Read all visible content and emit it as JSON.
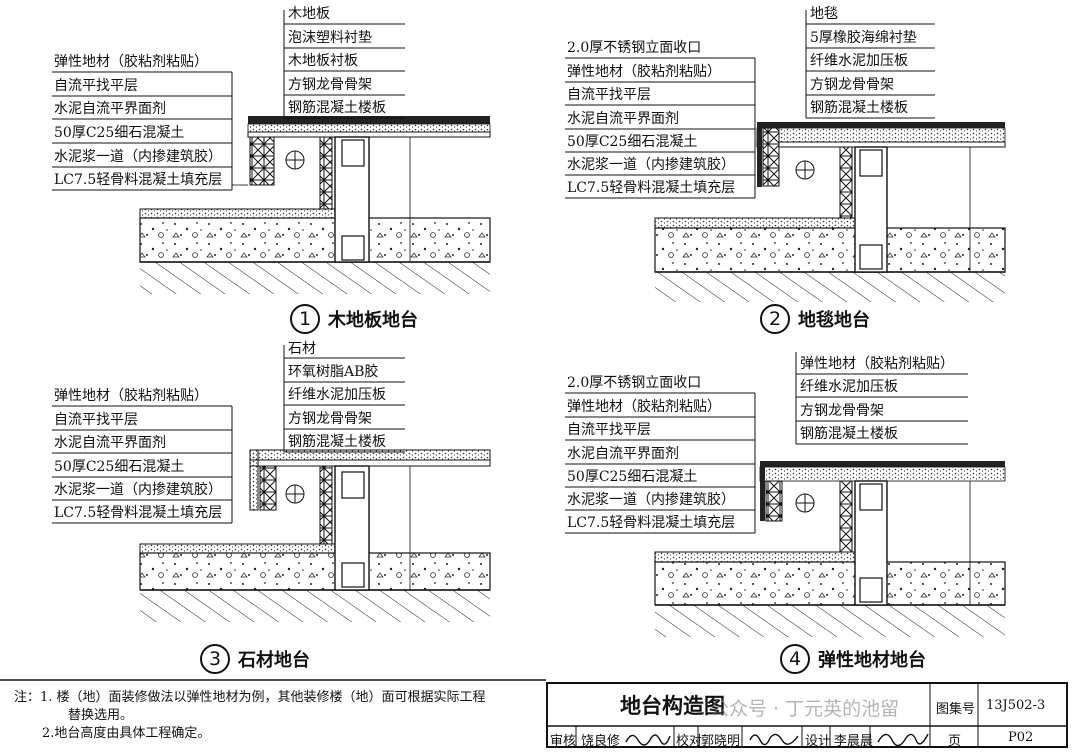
{
  "details": [
    {
      "number": "1",
      "title": "木地板地台",
      "left_labels": [
        "弹性地材（胶粘剂粘贴）",
        "自流平找平层",
        "水泥自流平界面剂",
        "50厚C25细石混凝土",
        "水泥浆一道（内掺建筑胶）",
        "LC7.5轻骨料混凝土填充层"
      ],
      "right_labels": [
        "木地板",
        "泡沫塑料衬垫",
        "木地板衬板",
        "方钢龙骨骨架",
        "钢筋混凝土楼板"
      ]
    },
    {
      "number": "2",
      "title": "地毯地台",
      "left_labels": [
        "2.0厚不锈钢立面收口",
        "弹性地材（胶粘剂粘贴）",
        "自流平找平层",
        "水泥自流平界面剂",
        "50厚C25细石混凝土",
        "水泥浆一道（内掺建筑胶）",
        "LC7.5轻骨料混凝土填充层"
      ],
      "right_labels": [
        "地毯",
        "5厚橡胶海绵衬垫",
        "纤维水泥加压板",
        "方钢龙骨骨架",
        "钢筋混凝土楼板"
      ]
    },
    {
      "number": "3",
      "title": "石材地台",
      "left_labels": [
        "弹性地材（胶粘剂粘贴）",
        "自流平找平层",
        "水泥自流平界面剂",
        "50厚C25细石混凝土",
        "水泥浆一道（内掺建筑胶）",
        "LC7.5轻骨料混凝土填充层"
      ],
      "right_labels": [
        "石材",
        "环氧树脂AB胶",
        "纤维水泥加压板",
        "方钢龙骨骨架",
        "钢筋混凝土楼板"
      ]
    },
    {
      "number": "4",
      "title": "弹性地材地台",
      "left_labels": [
        "2.0厚不锈钢立面收口",
        "弹性地材（胶粘剂粘贴）",
        "自流平找平层",
        "水泥自流平界面剂",
        "50厚C25细石混凝土",
        "水泥浆一道（内掺建筑胶）",
        "LC7.5轻骨料混凝土填充层"
      ],
      "right_labels": [
        "弹性地材（胶粘剂粘贴）",
        "纤维水泥加压板",
        "方钢龙骨骨架",
        "钢筋混凝土楼板"
      ]
    }
  ],
  "notes": {
    "line1": "注：1. 楼（地）面装修做法以弹性地材为例，其他装修楼（地）面可根据实际工程",
    "line1b": "替换选用。",
    "line2": "2.地台高度由具体工程确定。"
  },
  "title_block": {
    "drawing_title": "地台构造图",
    "atlas_label": "图集号",
    "atlas_value": "13J502-3",
    "page_label": "页",
    "page_value": "P02",
    "review_label": "审核",
    "review_name": "饶良修",
    "check_label": "校对",
    "check_name": "郭晓明",
    "design_label": "设计",
    "design_name": "李晨晨"
  },
  "watermark": "公众号 · 丁元英的池留"
}
